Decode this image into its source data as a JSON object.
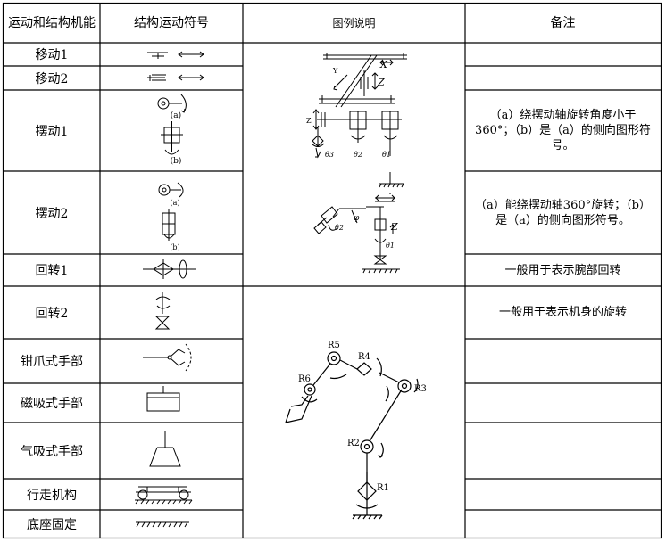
{
  "headers": {
    "function": "运动和结构机能",
    "symbol": "结构运动符号",
    "legend": "图例说明",
    "notes": "备注"
  },
  "rows": [
    {
      "function": "移动1",
      "note": ""
    },
    {
      "function": "移动2",
      "note": ""
    },
    {
      "function": "摆动1",
      "note": "（a）绕摆动轴旋转角度小于360°；（b）是（a）的侧向图形符号。"
    },
    {
      "function": "摆动2",
      "note": "（a）能绕摆动轴360°旋转；（b）是（a）的侧向图形符号。"
    },
    {
      "function": "回转1",
      "note": "一般用于表示腕部回转"
    },
    {
      "function": "回转2",
      "note": "一般用于表示机身的旋转"
    },
    {
      "function": "钳爪式手部",
      "note": ""
    },
    {
      "function": "磁吸式手部",
      "note": ""
    },
    {
      "function": "气吸式手部",
      "note": ""
    },
    {
      "function": "行走机构",
      "note": ""
    },
    {
      "function": "底座固定",
      "note": ""
    }
  ],
  "symbol_labels": {
    "a": "(a)",
    "b": "(b)"
  },
  "legend1_labels": {
    "x": "X",
    "y": "Y",
    "z": "Z",
    "theta1": "θ1",
    "theta2": "θ2",
    "theta3": "θ3",
    "phi": "φ"
  },
  "legend2_labels": {
    "r1": "R1",
    "r2": "R2",
    "r3": "R3",
    "r4": "R4",
    "r5": "R5",
    "r6": "R6"
  }
}
